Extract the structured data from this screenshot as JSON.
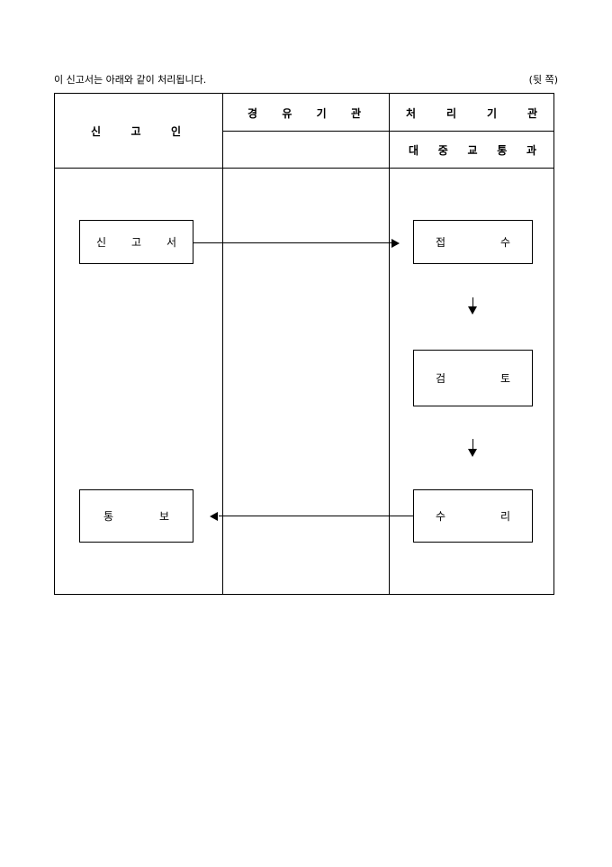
{
  "note": "이 신고서는 아래와 같이 처리됩니다.",
  "page_side": "(뒷 쪽)",
  "headers": {
    "declarant": [
      "신",
      "고",
      "인"
    ],
    "via_agency": [
      "경",
      "유",
      "기",
      "관"
    ],
    "processing_agency": [
      "처",
      "리",
      "기",
      "관"
    ],
    "department": [
      "대",
      "중",
      "교",
      "통",
      "과"
    ]
  },
  "boxes": {
    "report": [
      "신",
      "고",
      "서"
    ],
    "receipt": [
      "접",
      "수"
    ],
    "review": [
      "검",
      "토"
    ],
    "acceptance": [
      "수",
      "리"
    ],
    "notice": [
      "통",
      "보"
    ]
  }
}
